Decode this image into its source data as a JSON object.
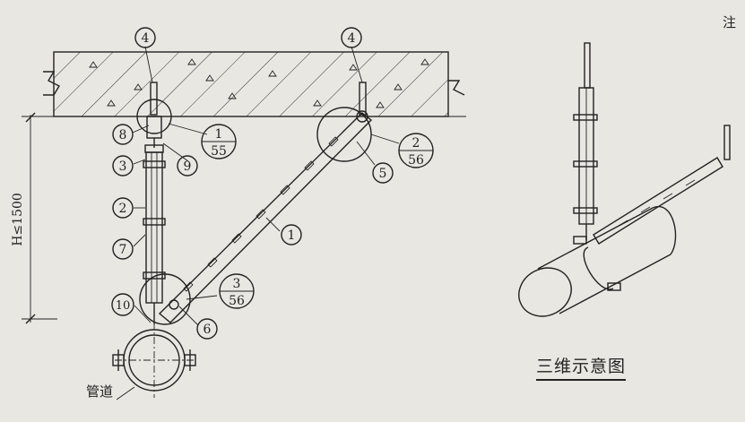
{
  "note": "注",
  "caption": "三维示意图",
  "pipe_label": "管道",
  "dimension_label": "H≤1500",
  "callouts": {
    "c4a": "4",
    "c4b": "4",
    "c8": "8",
    "c9": "9",
    "c3": "3",
    "c2": "2",
    "c7": "7",
    "c10": "10",
    "c5": "5",
    "c6": "6",
    "c1": "1"
  },
  "refs": {
    "r1": {
      "top": "1",
      "bottom": "55"
    },
    "r2": {
      "top": "2",
      "bottom": "56"
    },
    "r3": {
      "top": "3",
      "bottom": "56"
    }
  }
}
